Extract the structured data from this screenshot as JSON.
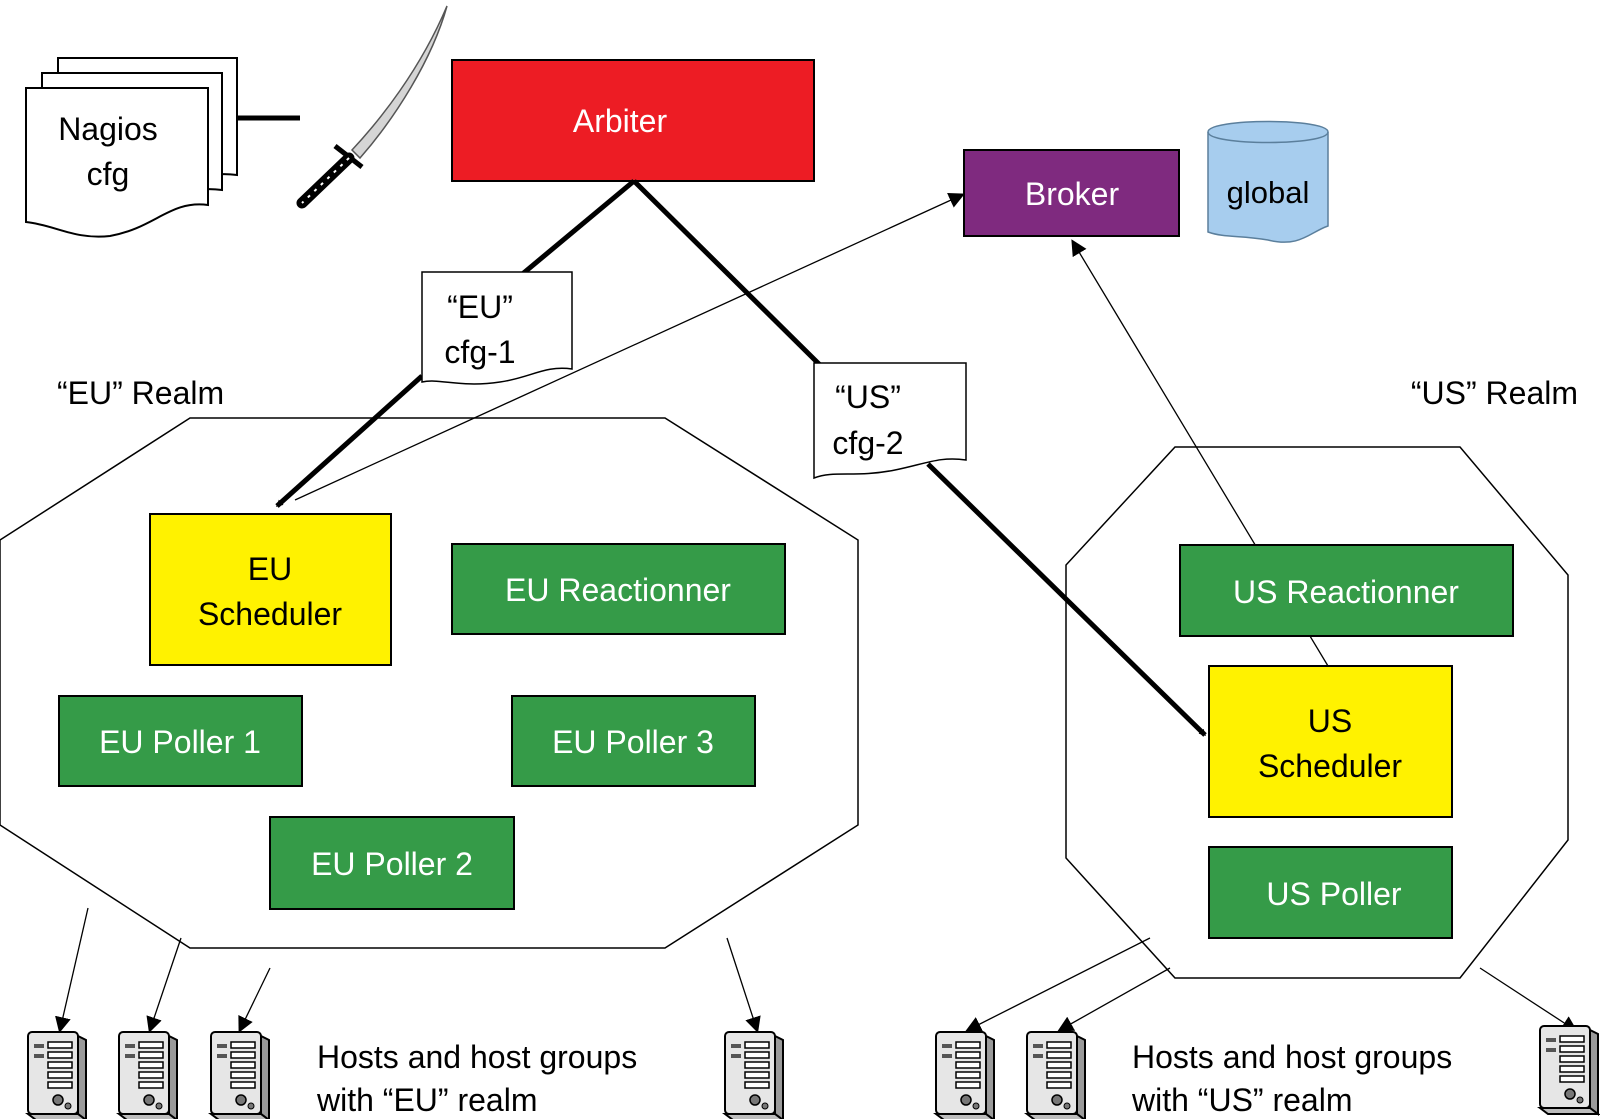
{
  "config_file": {
    "line1": "Nagios",
    "line2": "cfg"
  },
  "nodes": {
    "arbiter": {
      "label": "Arbiter",
      "color": "#ed1c24"
    },
    "broker": {
      "label": "Broker",
      "color": "#7f2a7f"
    },
    "global_db": {
      "label": "global",
      "color": "#a7cdee"
    },
    "eu_scheduler": {
      "line1": "EU",
      "line2": "Scheduler",
      "color": "#fff200"
    },
    "eu_reactionner": {
      "label": "EU Reactionner",
      "color": "#359b48"
    },
    "eu_poller_1": {
      "label": "EU Poller 1",
      "color": "#359b48"
    },
    "eu_poller_2": {
      "label": "EU Poller 2",
      "color": "#359b48"
    },
    "eu_poller_3": {
      "label": "EU Poller 3",
      "color": "#359b48"
    },
    "us_reactionner": {
      "label": "US Reactionner",
      "color": "#359b48"
    },
    "us_scheduler": {
      "line1": "US",
      "line2": "Scheduler",
      "color": "#fff200"
    },
    "us_poller": {
      "label": "US Poller",
      "color": "#359b48"
    }
  },
  "config_docs": {
    "eu": {
      "line1": "“EU”",
      "line2": "cfg-1"
    },
    "us": {
      "line1": "“US”",
      "line2": "cfg-2"
    }
  },
  "realms": {
    "eu": {
      "label": "“EU” Realm"
    },
    "us": {
      "label": "“US” Realm"
    }
  },
  "hosts": {
    "eu": {
      "line1": "Hosts and host groups",
      "line2": "with “EU” realm"
    },
    "us": {
      "line1": "Hosts and host groups",
      "line2": "with “US” realm"
    }
  }
}
